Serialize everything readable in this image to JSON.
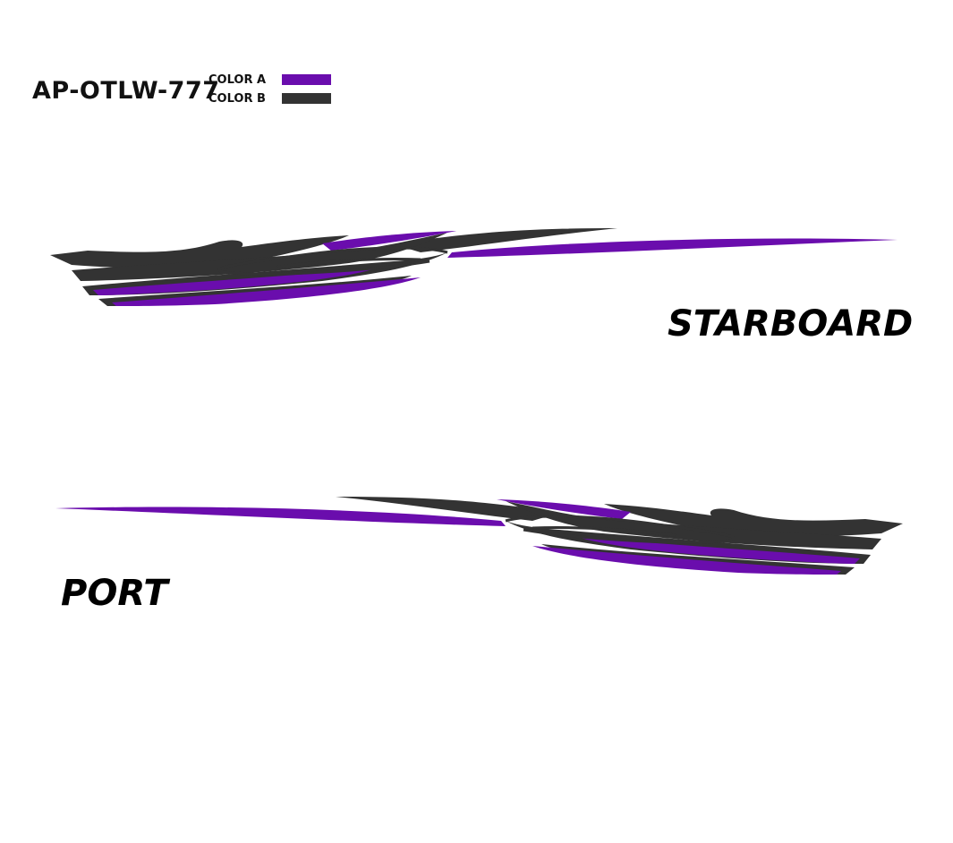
{
  "header": {
    "product_code": "AP-OTLW-777"
  },
  "legend": [
    {
      "label": "COLOR A",
      "color": "#6a0dad"
    },
    {
      "label": "COLOR B",
      "color": "#333333"
    }
  ],
  "decals": {
    "starboard_label": "STARBOARD",
    "port_label": "PORT"
  },
  "colors": {
    "color_a": "#6a0dad",
    "color_b": "#333333"
  }
}
